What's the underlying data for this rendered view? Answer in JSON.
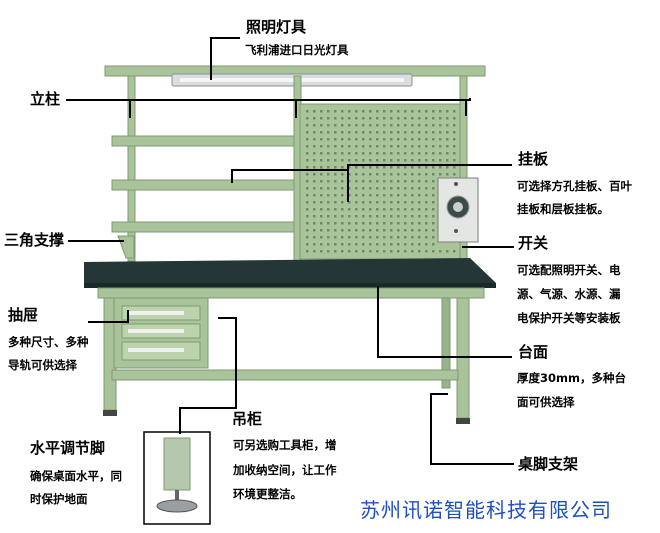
{
  "labels": {
    "lighting": {
      "title": "照明灯具",
      "desc": [
        "飞利浦进口日光灯具"
      ]
    },
    "post": {
      "title": "立柱"
    },
    "pegboard": {
      "title": "挂板",
      "desc": [
        "可选择方孔挂板、百叶",
        "挂板和层板挂板。"
      ]
    },
    "bracket": {
      "title": "三角支撑"
    },
    "switch": {
      "title": "开关",
      "desc": [
        "可选配照明开关、电",
        "源、气源、水源、漏",
        "电保护开关等安装板"
      ]
    },
    "drawer": {
      "title": "抽屉",
      "desc": [
        "多种尺寸、多种",
        "导轨可供选择"
      ]
    },
    "tabletop": {
      "title": "台面",
      "desc": [
        "厚度30mm，多种台",
        "面可供选择"
      ]
    },
    "cabinet": {
      "title": "吊柜",
      "desc": [
        "可另选购工具柜，增",
        "加收纳空间，让工作",
        "环境更整洁。"
      ]
    },
    "leveler": {
      "title": "水平调节脚",
      "desc": [
        "确保桌面水平，同",
        "时保护地面"
      ]
    },
    "frame": {
      "title": "桌脚支架"
    }
  },
  "company": "苏州讯诺智能科技有限公司",
  "colors": {
    "frame": "#a9c49a",
    "frame_dark": "#7f9a72",
    "top": "#243636",
    "company": "#1f4fbf"
  }
}
